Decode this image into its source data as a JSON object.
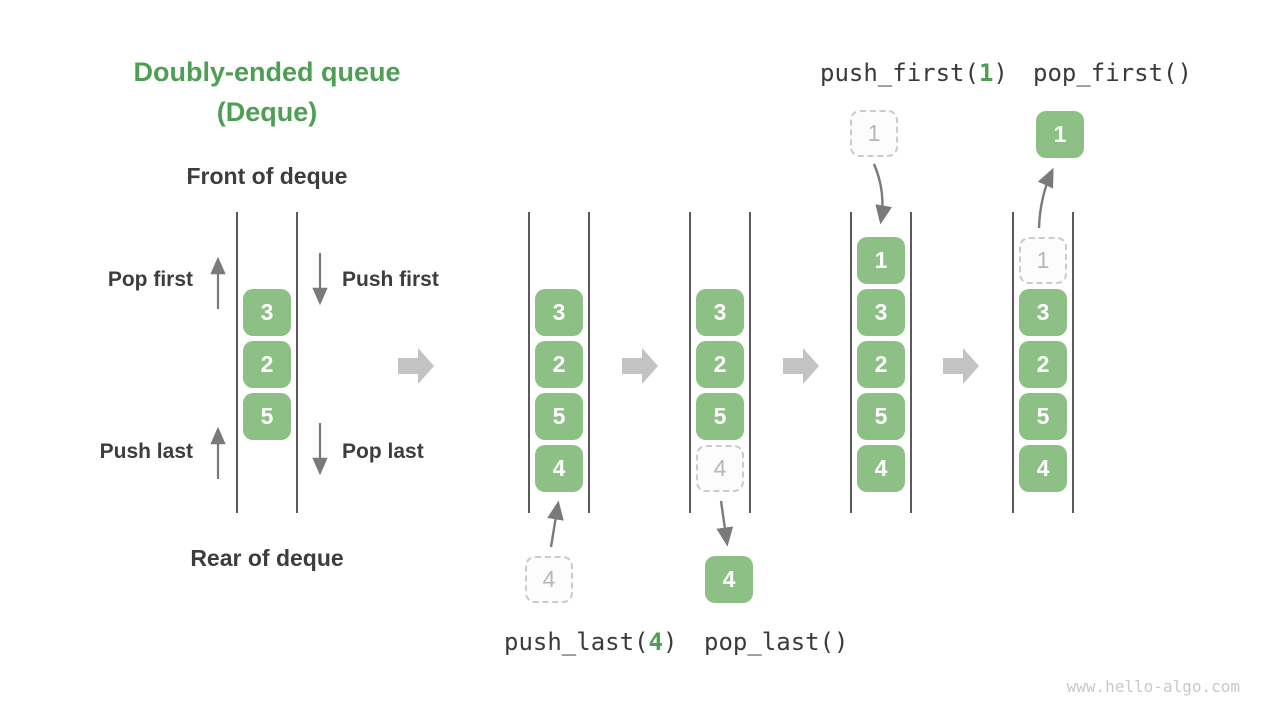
{
  "title": {
    "line1": "Doubly-ended queue",
    "line2": "(Deque)"
  },
  "labels": {
    "front": "Front of deque",
    "rear": "Rear of deque",
    "pop_first": "Pop first",
    "push_first": "Push first",
    "push_last": "Push last",
    "pop_last": "Pop last"
  },
  "operations": {
    "push_first": {
      "prefix": "push_first(",
      "arg": "1",
      "suffix": ")"
    },
    "pop_first": "pop_first()",
    "push_last": {
      "prefix": "push_last(",
      "arg": "4",
      "suffix": ")"
    },
    "pop_last": "pop_last()"
  },
  "queues": {
    "initial": {
      "values": [
        "3",
        "2",
        "5"
      ]
    },
    "after_push_last": {
      "values": [
        "3",
        "2",
        "5",
        "4"
      ],
      "incoming": "4"
    },
    "after_pop_last": {
      "values": [
        "3",
        "2",
        "5"
      ],
      "ghost": "4",
      "outgoing": "4"
    },
    "after_push_first": {
      "values": [
        "1",
        "3",
        "2",
        "5",
        "4"
      ],
      "incoming": "1"
    },
    "after_pop_first": {
      "values": [
        "3",
        "2",
        "5",
        "4"
      ],
      "ghost": "1",
      "outgoing": "1"
    }
  },
  "watermark": "www.hello-algo.com",
  "colors": {
    "box_green": "#8CC084",
    "title_green": "#4E9E53",
    "code_arg_green": "#4E9E53",
    "text_dark": "#3D3D3D",
    "small_arrow_gray": "#7A7A7A",
    "big_arrow_gray": "#C3C3C3",
    "ghost_border": "#CBCBCB",
    "ghost_text": "#B7B7B7",
    "wall_gray": "#5A5A5A",
    "watermark_gray": "#C9C9C9"
  }
}
